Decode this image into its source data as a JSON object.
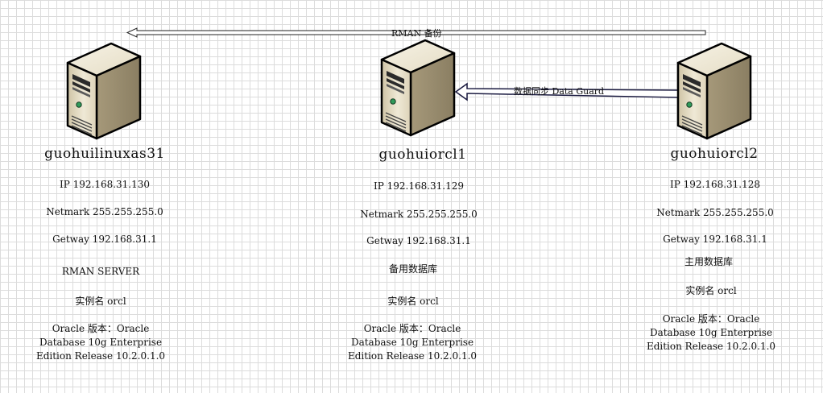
{
  "edges": {
    "rman_backup": "RMAN 备份",
    "data_guard": "数据同步 Data Guard"
  },
  "servers": [
    {
      "hostname": "guohuilinuxas31",
      "ip": "IP 192.168.31.130",
      "netmask": "Netmark 255.255.255.0",
      "gateway": "Getway 192.168.31.1",
      "role": "RMAN SERVER",
      "instance": "实例名 orcl",
      "version": "Oracle 版本：Oracle Database 10g Enterprise Edition Release 10.2.0.1.0"
    },
    {
      "hostname": "guohuiorcl1",
      "ip": "IP 192.168.31.129",
      "netmask": "Netmark 255.255.255.0",
      "gateway": "Getway 192.168.31.1",
      "role": "备用数据库",
      "instance": "实例名 orcl",
      "version": "Oracle 版本：Oracle Database 10g Enterprise Edition Release 10.2.0.1.0"
    },
    {
      "hostname": "guohuiorcl2",
      "ip": "IP 192.168.31.128",
      "netmask": "Netmark 255.255.255.0",
      "gateway": "Getway 192.168.31.1",
      "role": "主用数据库",
      "instance": "实例名 orcl",
      "version": "Oracle 版本：Oracle Database 10g Enterprise Edition Release 10.2.0.1.0"
    }
  ]
}
